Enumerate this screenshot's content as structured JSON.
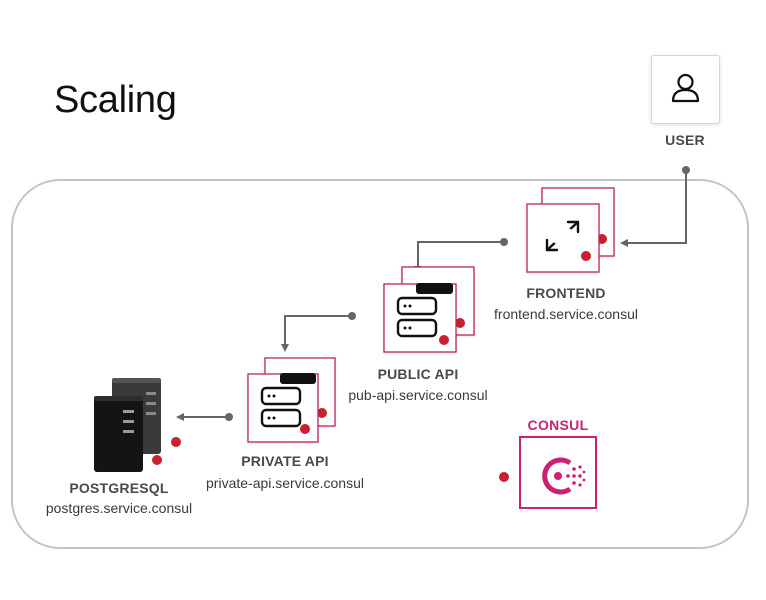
{
  "title": "Scaling",
  "nodes": {
    "user": {
      "name": "USER"
    },
    "frontend": {
      "name": "FRONTEND",
      "address": "frontend.service.consul"
    },
    "public_api": {
      "name": "PUBLIC API",
      "address": "pub-api.service.consul"
    },
    "private_api": {
      "name": "PRIVATE API",
      "address": "private-api.service.consul"
    },
    "postgresql": {
      "name": "POSTGRESQL",
      "address": "postgres.service.consul"
    },
    "consul": {
      "name": "CONSUL"
    }
  },
  "colors": {
    "service_border": "#b8255f",
    "health_dot": "#c8202f",
    "consul_brand": "#ca2171",
    "connector": "#666666",
    "boundary": "#bdbdbd"
  },
  "icons": {
    "user": "user-icon",
    "frontend": "expand-arrows-icon",
    "api": "server-stack-icon",
    "database": "database-server-icon",
    "consul": "consul-logo-icon"
  }
}
